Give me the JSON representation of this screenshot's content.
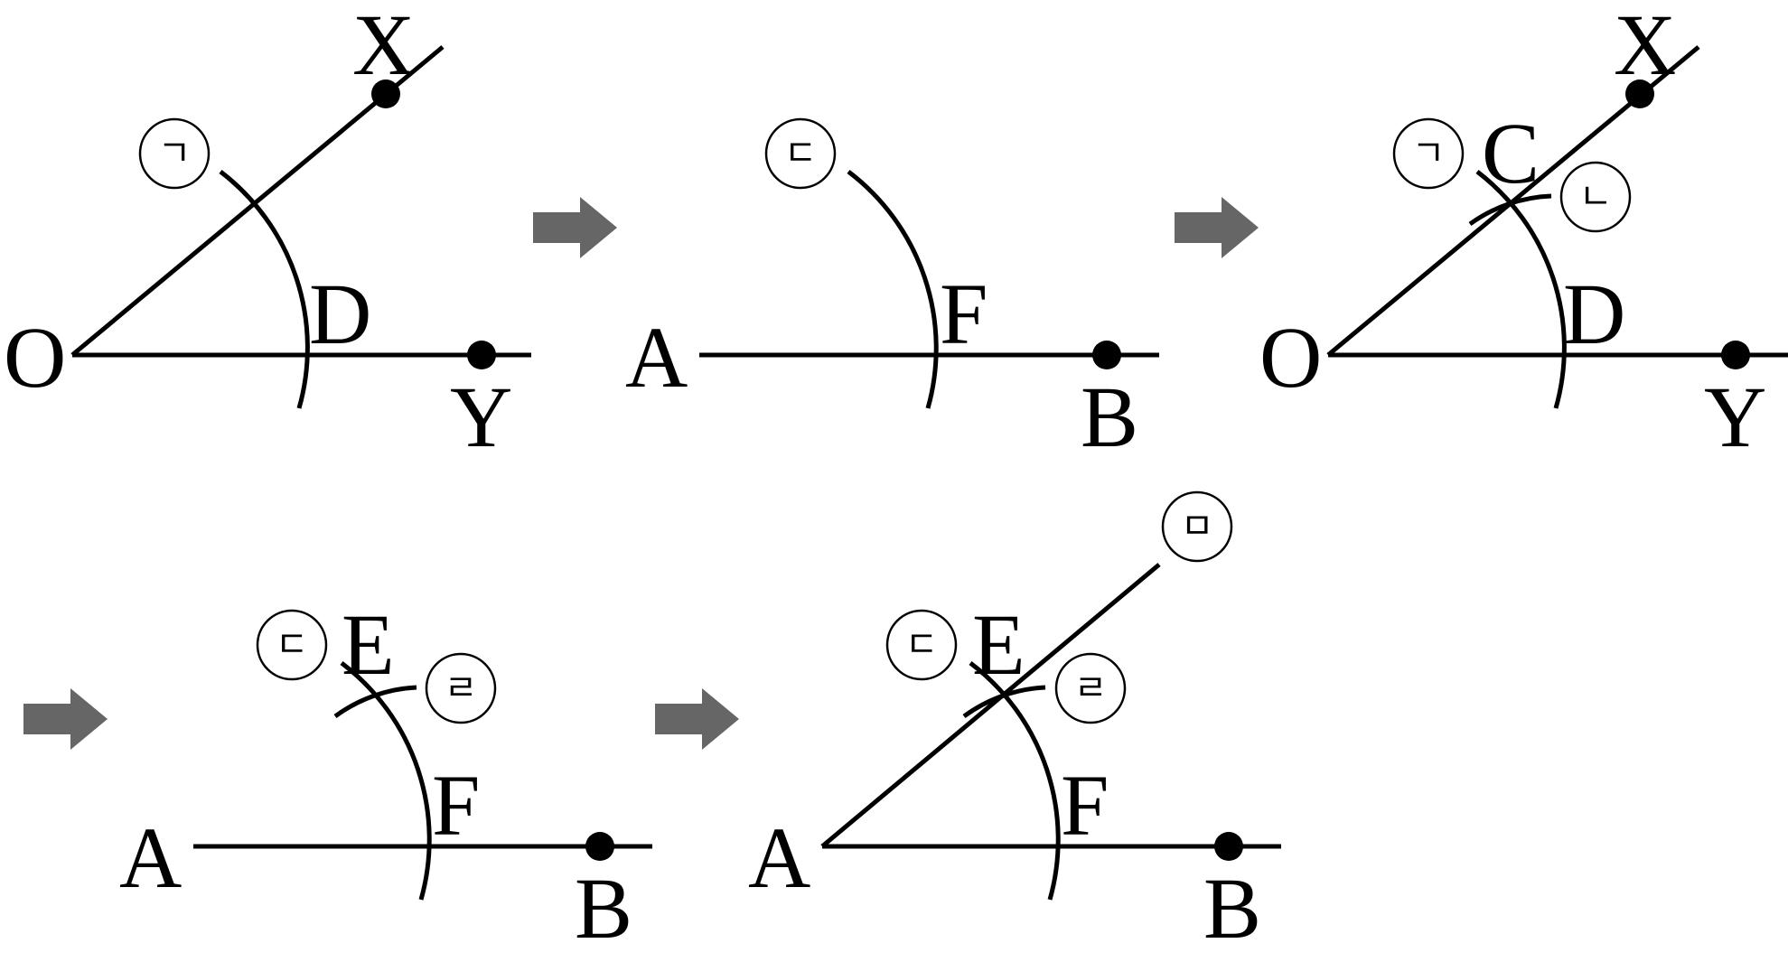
{
  "points": {
    "X": "X",
    "Y": "Y",
    "O": "O",
    "D": "D",
    "C": "C",
    "A": "A",
    "B": "B",
    "E": "E",
    "F": "F"
  },
  "marks": {
    "giyeok": "ㄱ",
    "nieun": "ㄴ",
    "digeut": "ㄷ",
    "rieul": "ㄹ",
    "mieum": "ㅁ"
  },
  "colors": {
    "line": "#000000",
    "arrow": "#666666",
    "background": "#ffffff"
  },
  "icons": {
    "arrow": "right-arrow-icon"
  }
}
